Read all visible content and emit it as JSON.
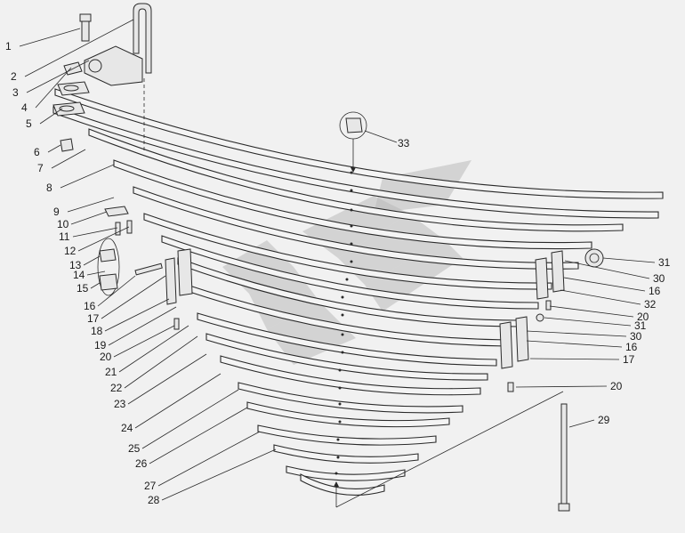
{
  "diagram": {
    "part_labels": [
      "1",
      "2",
      "3",
      "4",
      "5",
      "6",
      "7",
      "8",
      "9",
      "10",
      "11",
      "12",
      "13",
      "14",
      "15",
      "16",
      "17",
      "18",
      "19",
      "20",
      "21",
      "22",
      "23",
      "24",
      "25",
      "26",
      "27",
      "28",
      "29",
      "30",
      "31",
      "32",
      "33"
    ],
    "right_labels": [
      "31",
      "30",
      "16",
      "32",
      "20",
      "31",
      "30",
      "16",
      "17",
      "20",
      "29"
    ],
    "right_label_ids": [
      "31a",
      "30a",
      "16a",
      "32",
      "20a",
      "31b",
      "30b",
      "16b",
      "17b",
      "20b",
      "29"
    ]
  }
}
